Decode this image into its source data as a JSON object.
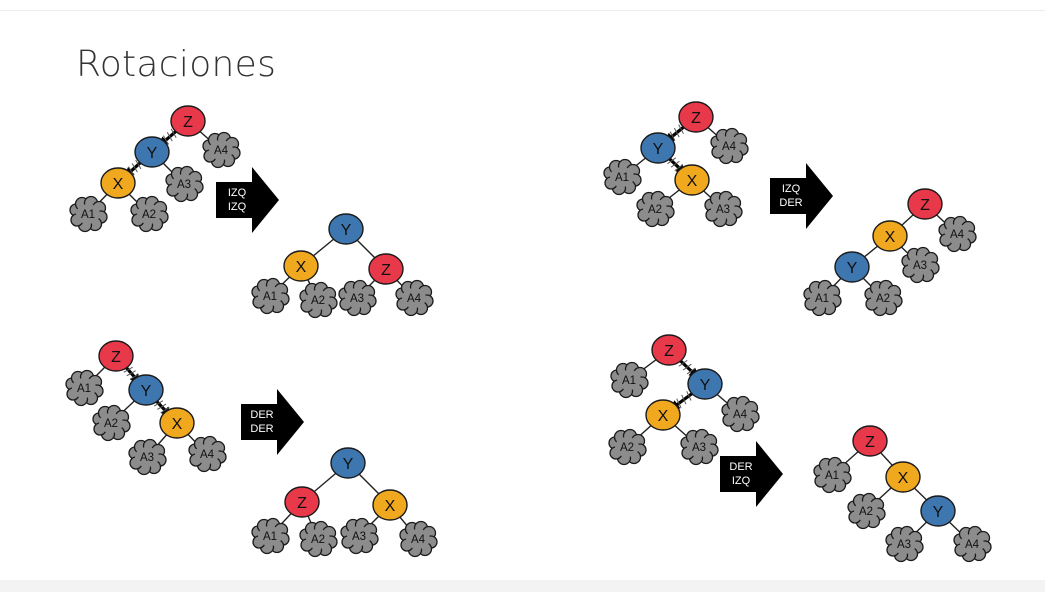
{
  "title": "Rotaciones",
  "colors": {
    "Z": "#e8394a",
    "Y": "#3e77b0",
    "X": "#f0a81e",
    "leaf": "#8c8c8c",
    "arrow": "#000000",
    "edge": "#222222"
  },
  "examples": [
    {
      "before": {
        "nodes": [
          {
            "id": "Z",
            "label": "Z"
          },
          {
            "id": "Y",
            "label": "Y"
          },
          {
            "id": "X",
            "label": "X"
          },
          {
            "id": "A1",
            "label": "A1"
          },
          {
            "id": "A2",
            "label": "A2"
          },
          {
            "id": "A3",
            "label": "A3"
          },
          {
            "id": "A4",
            "label": "A4"
          }
        ]
      },
      "operation": [
        "IZQ",
        "IZQ"
      ],
      "after": {
        "nodes": [
          {
            "id": "Y",
            "label": "Y"
          },
          {
            "id": "X",
            "label": "X"
          },
          {
            "id": "Z",
            "label": "Z"
          },
          {
            "id": "A1",
            "label": "A1"
          },
          {
            "id": "A2",
            "label": "A2"
          },
          {
            "id": "A3",
            "label": "A3"
          },
          {
            "id": "A4",
            "label": "A4"
          }
        ]
      }
    },
    {
      "before": {
        "nodes": [
          {
            "id": "Z",
            "label": "Z"
          },
          {
            "id": "Y",
            "label": "Y"
          },
          {
            "id": "X",
            "label": "X"
          },
          {
            "id": "A1",
            "label": "A1"
          },
          {
            "id": "A2",
            "label": "A2"
          },
          {
            "id": "A3",
            "label": "A3"
          },
          {
            "id": "A4",
            "label": "A4"
          }
        ]
      },
      "operation": [
        "IZQ",
        "DER"
      ],
      "after": {
        "nodes": [
          {
            "id": "Z",
            "label": "Z"
          },
          {
            "id": "X",
            "label": "X"
          },
          {
            "id": "Y",
            "label": "Y"
          },
          {
            "id": "A1",
            "label": "A1"
          },
          {
            "id": "A2",
            "label": "A2"
          },
          {
            "id": "A3",
            "label": "A3"
          },
          {
            "id": "A4",
            "label": "A4"
          }
        ]
      }
    },
    {
      "before": {
        "nodes": [
          {
            "id": "Z",
            "label": "Z"
          },
          {
            "id": "Y",
            "label": "Y"
          },
          {
            "id": "X",
            "label": "X"
          },
          {
            "id": "A1",
            "label": "A1"
          },
          {
            "id": "A2",
            "label": "A2"
          },
          {
            "id": "A3",
            "label": "A3"
          },
          {
            "id": "A4",
            "label": "A4"
          }
        ]
      },
      "operation": [
        "DER",
        "DER"
      ],
      "after": {
        "nodes": [
          {
            "id": "Y",
            "label": "Y"
          },
          {
            "id": "Z",
            "label": "Z"
          },
          {
            "id": "X",
            "label": "X"
          },
          {
            "id": "A1",
            "label": "A1"
          },
          {
            "id": "A2",
            "label": "A2"
          },
          {
            "id": "A3",
            "label": "A3"
          },
          {
            "id": "A4",
            "label": "A4"
          }
        ]
      }
    },
    {
      "before": {
        "nodes": [
          {
            "id": "Z",
            "label": "Z"
          },
          {
            "id": "Y",
            "label": "Y"
          },
          {
            "id": "X",
            "label": "X"
          },
          {
            "id": "A1",
            "label": "A1"
          },
          {
            "id": "A2",
            "label": "A2"
          },
          {
            "id": "A3",
            "label": "A3"
          },
          {
            "id": "A4",
            "label": "A4"
          }
        ]
      },
      "operation": [
        "DER",
        "IZQ"
      ],
      "after": {
        "nodes": [
          {
            "id": "Z",
            "label": "Z"
          },
          {
            "id": "X",
            "label": "X"
          },
          {
            "id": "Y",
            "label": "Y"
          },
          {
            "id": "A1",
            "label": "A1"
          },
          {
            "id": "A2",
            "label": "A2"
          },
          {
            "id": "A3",
            "label": "A3"
          },
          {
            "id": "A4",
            "label": "A4"
          }
        ]
      }
    }
  ]
}
